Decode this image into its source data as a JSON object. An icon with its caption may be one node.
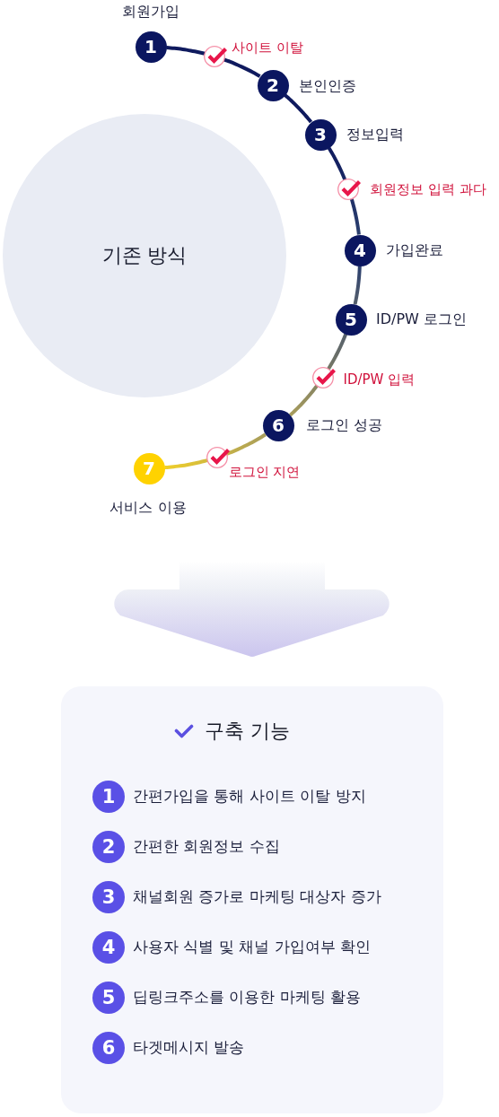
{
  "diagram": {
    "nodes": [
      {
        "text": [
          "기존 방식"
        ]
      },
      {
        "text": [
          "1"
        ],
        "beside": [
          "회원가입"
        ]
      },
      {
        "text": [
          "2"
        ],
        "beside": [
          "본인인증"
        ]
      },
      {
        "text": [
          "3"
        ],
        "beside": [
          "정보입력"
        ]
      },
      {
        "text": [
          "4"
        ],
        "beside": [
          "가입완료"
        ]
      },
      {
        "text": [
          "5"
        ],
        "beside": [
          "ID/PW 로그인"
        ]
      },
      {
        "text": [
          "6"
        ],
        "beside": [
          "로그인 성공"
        ]
      },
      {
        "text": [
          "7"
        ],
        "beside": [
          "서비스 이용"
        ]
      },
      {
        "text": [
          "구축 기능"
        ]
      },
      {
        "text": [
          "1"
        ],
        "beside": [
          "간편가입을 통해 사이트 이탈 방지"
        ],
        "in": 8
      },
      {
        "text": [
          "2"
        ],
        "beside": [
          "간편한 회원정보 수집"
        ],
        "in": 8
      },
      {
        "text": [
          "3"
        ],
        "beside": [
          "채널회원 증가로 마케팅 대상자 증가"
        ],
        "in": 8
      },
      {
        "text": [
          "4"
        ],
        "beside": [
          "사용자 식별 및 채널 가입여부 확인"
        ],
        "in": 8
      },
      {
        "text": [
          "5"
        ],
        "beside": [
          "딥링크주소를 이용한 마케팅 활용"
        ],
        "in": 8
      },
      {
        "text": [
          "6"
        ],
        "beside": [
          "타겟메시지 발송"
        ],
        "in": 8
      }
    ],
    "edges": [
      {
        "from": 1,
        "to": 2,
        "arrow": "none",
        "label": "사이트 이탈"
      },
      {
        "from": 2,
        "to": 3,
        "arrow": "none"
      },
      {
        "from": 3,
        "to": 4,
        "arrow": "none",
        "label": "회원정보 입력 과다",
        "color": "#2b3f6e"
      },
      {
        "from": 4,
        "to": 5,
        "arrow": "none",
        "color": "#56606c"
      },
      {
        "from": 5,
        "to": 6,
        "arrow": "none",
        "label": "ID/PW 입력",
        "color": "#a89d5c"
      },
      {
        "from": 6,
        "to": 7,
        "arrow": "none",
        "label": "로그인 지연",
        "color": "#f0cf2a"
      },
      {
        "from": null,
        "to": 8,
        "arrow": "to",
        "style": "thick",
        "color": "#cbc5ee"
      }
    ]
  }
}
